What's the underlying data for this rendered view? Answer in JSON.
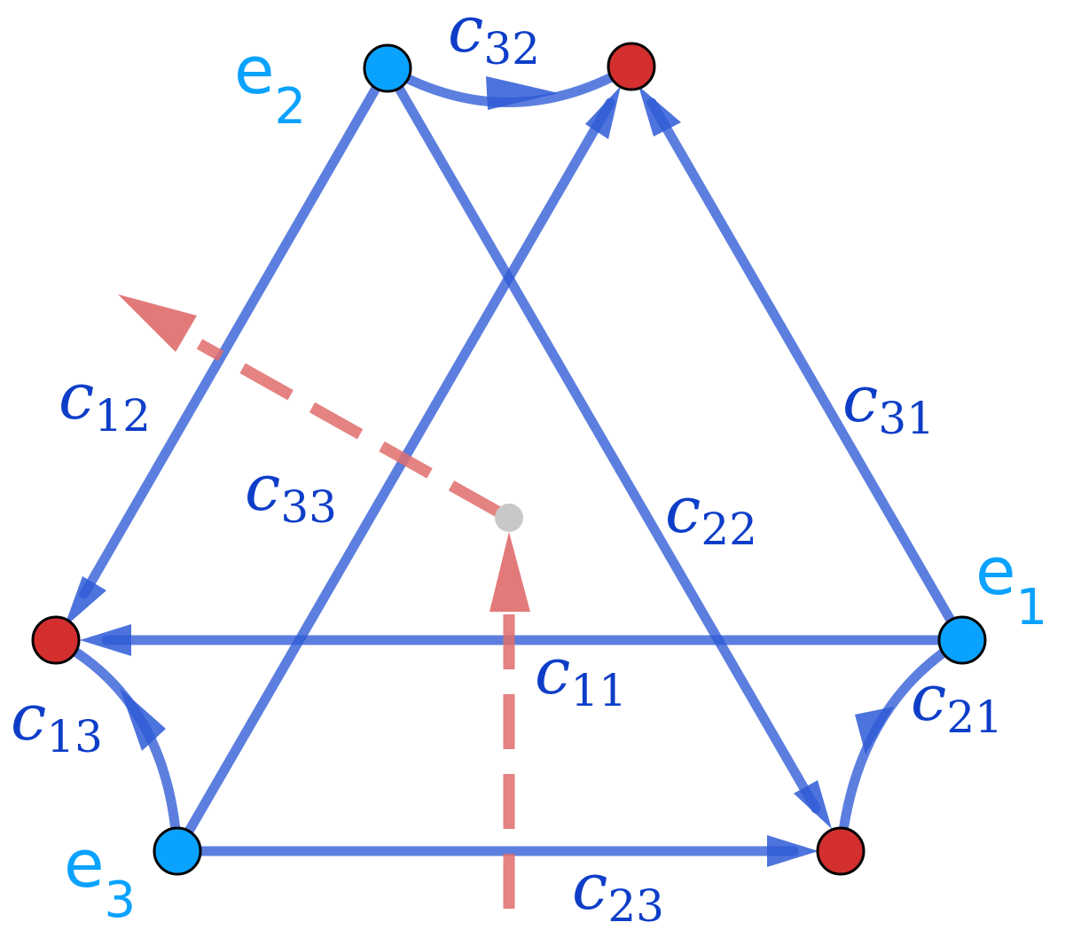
{
  "colors": {
    "edge": "#2e5bd6",
    "basis_node": "#0aa2ff",
    "target_node": "#d32f2f",
    "origin_node": "#c8c8c8",
    "dashed_arrow": "#e06c6c",
    "coefficient_label": "#0e3ec8",
    "basis_label": "#0aa2ff"
  },
  "basis_labels": [
    {
      "id": "e1",
      "base": "e",
      "sub": "1"
    },
    {
      "id": "e2",
      "base": "e",
      "sub": "2"
    },
    {
      "id": "e3",
      "base": "e",
      "sub": "3"
    }
  ],
  "coefficient_labels": [
    {
      "id": "c11",
      "base": "c",
      "sub": "11"
    },
    {
      "id": "c12",
      "base": "c",
      "sub": "12"
    },
    {
      "id": "c13",
      "base": "c",
      "sub": "13"
    },
    {
      "id": "c21",
      "base": "c",
      "sub": "21"
    },
    {
      "id": "c22",
      "base": "c",
      "sub": "22"
    },
    {
      "id": "c23",
      "base": "c",
      "sub": "23"
    },
    {
      "id": "c31",
      "base": "c",
      "sub": "31"
    },
    {
      "id": "c32",
      "base": "c",
      "sub": "32"
    },
    {
      "id": "c33",
      "base": "c",
      "sub": "33"
    }
  ],
  "edges": [
    {
      "id": "c11",
      "from": "e1",
      "to": "r1"
    },
    {
      "id": "c12",
      "from": "e2",
      "to": "r1"
    },
    {
      "id": "c13",
      "from": "e3",
      "to": "r1"
    },
    {
      "id": "c21",
      "from": "e1",
      "to": "r2"
    },
    {
      "id": "c22",
      "from": "e2",
      "to": "r2"
    },
    {
      "id": "c23",
      "from": "e3",
      "to": "r2"
    },
    {
      "id": "c31",
      "from": "e1",
      "to": "r3"
    },
    {
      "id": "c32",
      "from": "e2",
      "to": "r3"
    },
    {
      "id": "c33",
      "from": "e3",
      "to": "r3"
    }
  ]
}
